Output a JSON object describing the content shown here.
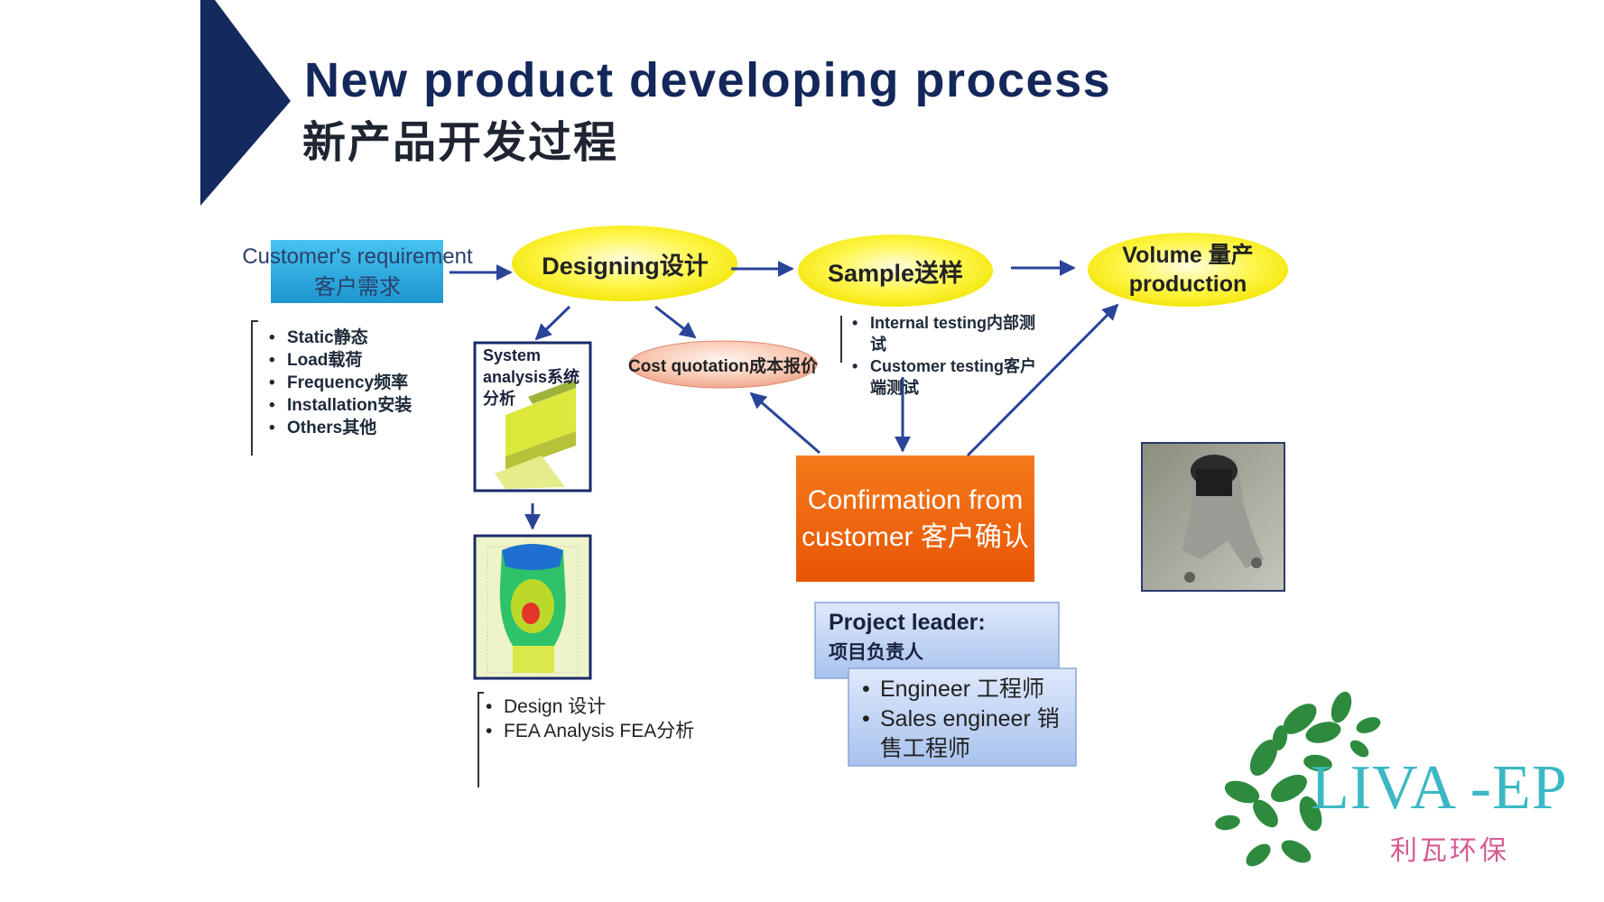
{
  "title": {
    "english": "New product developing process",
    "chinese": "新产品开发过程"
  },
  "nodes": {
    "customer_requirement": "Customer's requirement客户需求",
    "designing": "Designing设计",
    "sample": "Sample送样",
    "volume_production": "Volume 量产 production",
    "cost_quotation": "Cost quotation成本报价",
    "system_analysis": "System analysis系统分析",
    "confirmation": "Confirmation from customer 客户确认"
  },
  "requirement_items": [
    "Static静态",
    "Load载荷",
    "Frequency频率",
    "Installation安装",
    "Others其他"
  ],
  "testing_items": [
    "Internal testing内部测试",
    "Customer testing客户端测试"
  ],
  "design_items": [
    "Design 设计",
    "FEA Analysis  FEA分析"
  ],
  "project_leader": {
    "title": "Project leader:",
    "subtitle": "项目负责人",
    "members": [
      "Engineer 工程师",
      "Sales engineer 销售工程师"
    ]
  },
  "logo": {
    "english": "LIVA -EP",
    "chinese": "利瓦环保"
  },
  "colors": {
    "title_navy": "#13275a",
    "chevron_navy": "#14295e",
    "arrow_blue": "#2a4499",
    "ellipse_yellow": "#fff200",
    "confirmation_orange": "#f06010",
    "requirement_cyan": "#29a9e0",
    "cost_salmon": "#f7b79e",
    "panel_blue": "#c9daf6",
    "logo_green": "#2e8b3e",
    "logo_cyan": "#3cb8c4",
    "logo_pink": "#d65c92"
  }
}
